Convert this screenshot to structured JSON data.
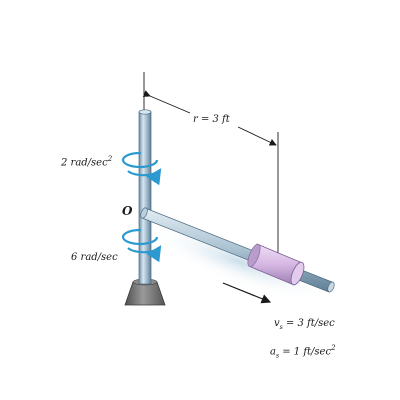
{
  "labels": {
    "radius": "r = 3 ft",
    "angular_velocity": "2 rad/sec",
    "angular_velocity_exponent": "2",
    "origin": "O",
    "angular_acceleration": "6 rad/sec",
    "velocity_symbol": "v",
    "velocity_subscript": "s",
    "velocity_value": " = 3 ft/sec",
    "acceleration_symbol": "a",
    "acceleration_subscript": "s",
    "acceleration_value": " =  1 ft/sec",
    "acceleration_exponent": "2"
  },
  "colors": {
    "shaft": "#9fb9cc",
    "shaft_dark": "#5d7f97",
    "collar": "#d6b7e3",
    "collar_dark": "#a98bbd",
    "base": "#6e6e6e",
    "arrow": "#2c9ad0",
    "ink": "#1a1a1a"
  }
}
